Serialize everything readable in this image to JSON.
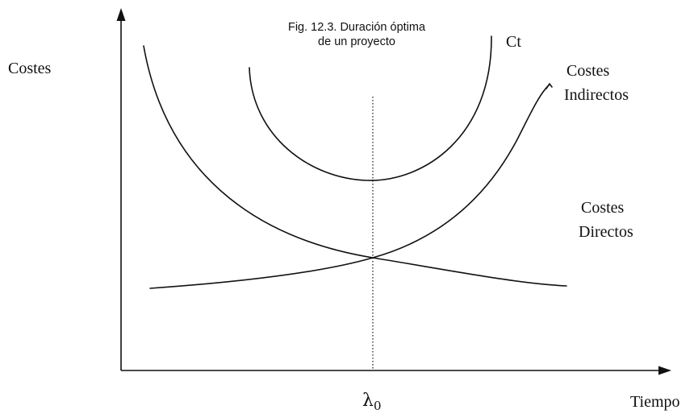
{
  "figure": {
    "caption_line1": "Fig. 12.3. Duración óptima",
    "caption_line2": "de un proyecto"
  },
  "axes": {
    "y_label": "Costes",
    "x_label": "Tiempo"
  },
  "curves": {
    "total": {
      "label": "Ct"
    },
    "indirect": {
      "label_line1": "Costes",
      "label_line2": "Indirectos"
    },
    "direct": {
      "label_line1": "Costes",
      "label_line2": "Directos"
    }
  },
  "optimum": {
    "symbol": "λ",
    "subscript": "0"
  },
  "colors": {
    "ink": "#111111",
    "background": "#ffffff"
  }
}
